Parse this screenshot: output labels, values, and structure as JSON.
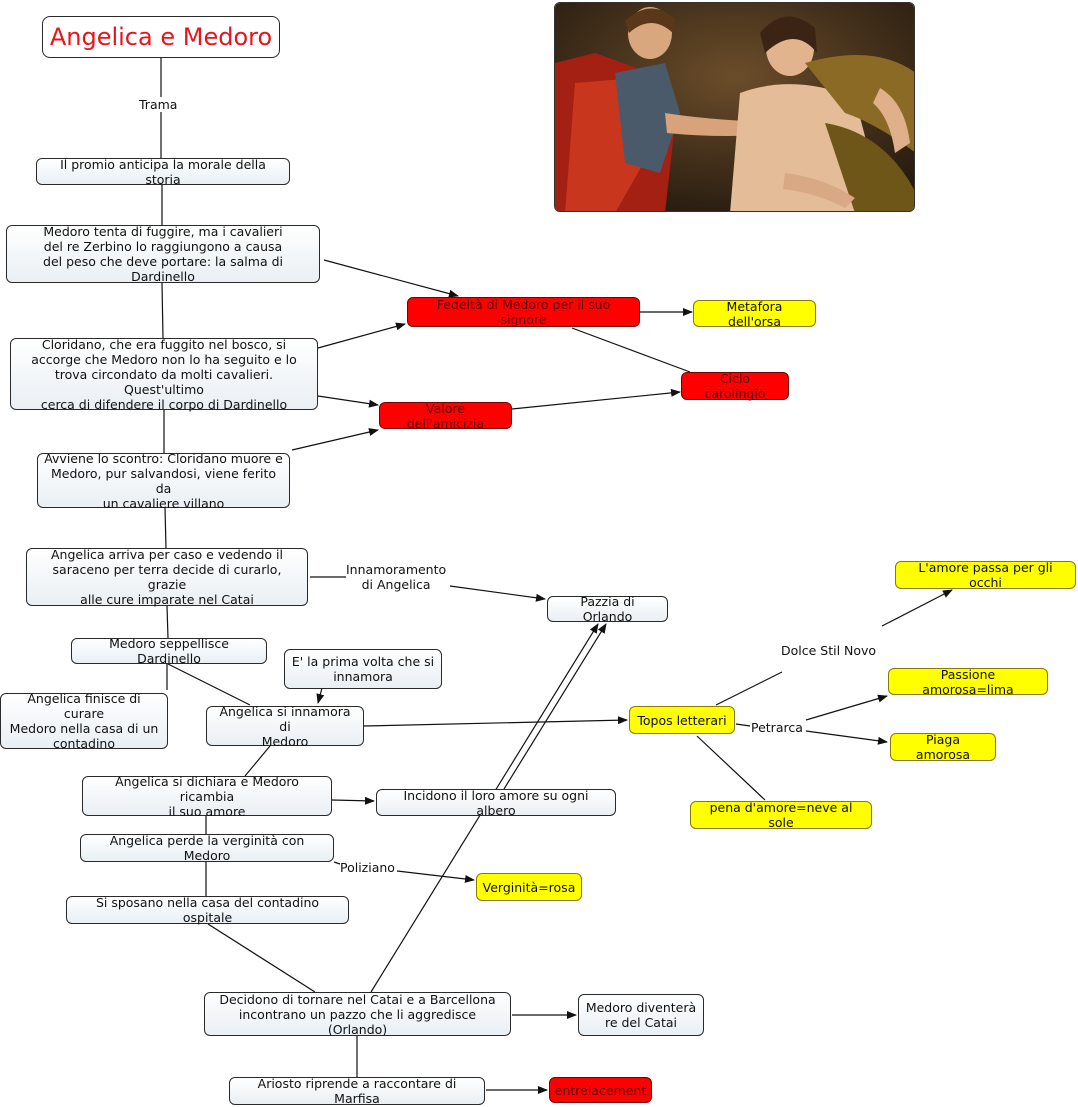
{
  "title": "Angelica e Medoro",
  "nodes": {
    "promio": "Il promio anticipa la morale della storia",
    "medoro_fuggire": "Medoro tenta di fuggire, ma i cavalieri\ndel re Zerbino lo raggiungono a causa\ndel peso che deve portare: la salma di Dardinello",
    "cloridano": "Cloridano, che era fuggito nel bosco, si\naccorge che Medoro non lo ha seguito e lo\ntrova circondato da molti cavalieri. Quest'ultimo\ncerca di difendere il corpo di Dardinello",
    "scontro": "Avviene lo scontro: Cloridano muore e\nMedoro, pur salvandosi, viene ferito da\nun cavaliere villano",
    "angelica_arriva": "Angelica arriva per caso e vedendo il\nsaraceno per terra decide di curarlo, grazie\nalle cure imparate nel Catai",
    "seppellisce": "Medoro seppellisce Dardinello",
    "finisce_curare": "Angelica finisce di curare\nMedoro nella casa di un\ncontadino",
    "prima_volta": "E' la prima volta che si\ninnamora",
    "si_innamora": "Angelica si innamora di\nMedoro",
    "dichiara": "Angelica si dichiara e Medoro ricambia\nil suo amore",
    "incidono": "Incidono il loro amore su ogni albero",
    "verginita_perde": "Angelica perde la verginità con Medoro",
    "sposano": "Si sposano nella casa del contadino ospitale",
    "decidono": "Decidono di tornare nel Catai e a Barcellona\nincontrano un pazzo che li aggredisce (Orlando)",
    "re_catai": "Medoro diventerà\nre del Catai",
    "ariosto": "Ariosto riprende a raccontare di Marfisa",
    "entrelacement": "entrelacement",
    "fedelta": "Fedeltà di Medoro per il suo signore",
    "metafora_orsa": "Metafora dell'orsa",
    "ciclo": "Ciclo carolingio",
    "valore": "Valore dell'amicizia",
    "pazzia": "Pazzia di Orlando",
    "topos": "Topos letterari",
    "occhi": "L'amore passa per gli occhi",
    "lima": "Passione amorosa=lima",
    "piaga": "Piaga amorosa",
    "neve": "pena d'amore=neve al sole",
    "rosa": "Verginità=rosa"
  },
  "labels": {
    "trama": "Trama",
    "innamoramento": "Innamoramento\ndi Angelica",
    "dolce_stil_novo": "Dolce Stil Novo",
    "petrarca": "Petrarca",
    "poliziano": "Poliziano"
  },
  "colors": {
    "red_node": "#ff0000",
    "yellow_node": "#ffff00",
    "title_text": "#e8141c",
    "line": "#111111"
  }
}
